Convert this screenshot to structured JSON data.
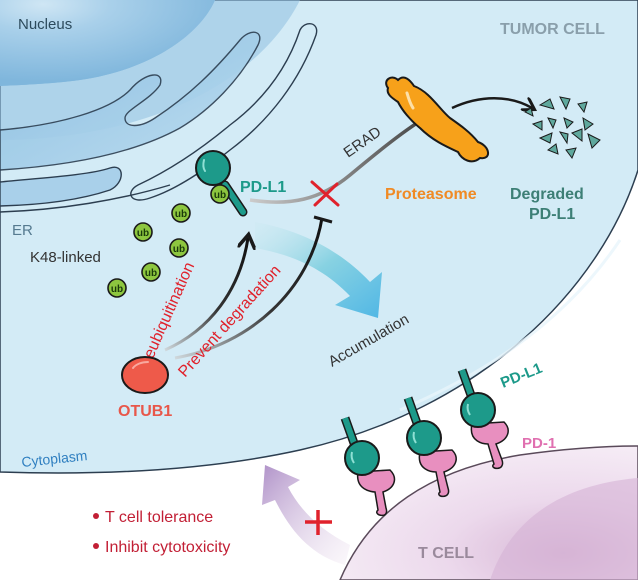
{
  "diagram": {
    "title": "OTUB1 stabilizes PD-L1 in tumor cells",
    "compartments": {
      "nucleus": "Nucleus",
      "er": "ER",
      "cytoplasm": "Cytoplasm",
      "tumor_cell": "TUMOR CELL",
      "t_cell": "T CELL"
    },
    "molecules": {
      "pdl1_er": "PD-L1",
      "ub": "ub",
      "k48": "K48-linked",
      "otub1": "OTUB1",
      "proteasome": "Proteasome",
      "degraded_line1": "Degraded",
      "degraded_line2": "PD-L1",
      "pdl1_surface": "PD-L1",
      "pd1": "PD-1"
    },
    "processes": {
      "erad": "ERAD",
      "deubiquitination": "Deubiquitination",
      "prevent_degradation": "Prevent degradation",
      "accumulation": "Accumulation"
    },
    "outcomes": [
      "T cell tolerance",
      "Inhibit cytotoxicity"
    ],
    "colors": {
      "cytoplasm": "#d3ebf6",
      "nucleus": "#8fc0e0",
      "pdl1": "#1d9a8a",
      "ub": "#8dc63f",
      "otub1": "#ee5a4a",
      "proteasome": "#f7a11a",
      "red_label": "#e0222c",
      "degraded": "#3d7f76",
      "pd1": "#e88fbf",
      "tcell": "#ead7ea"
    }
  }
}
